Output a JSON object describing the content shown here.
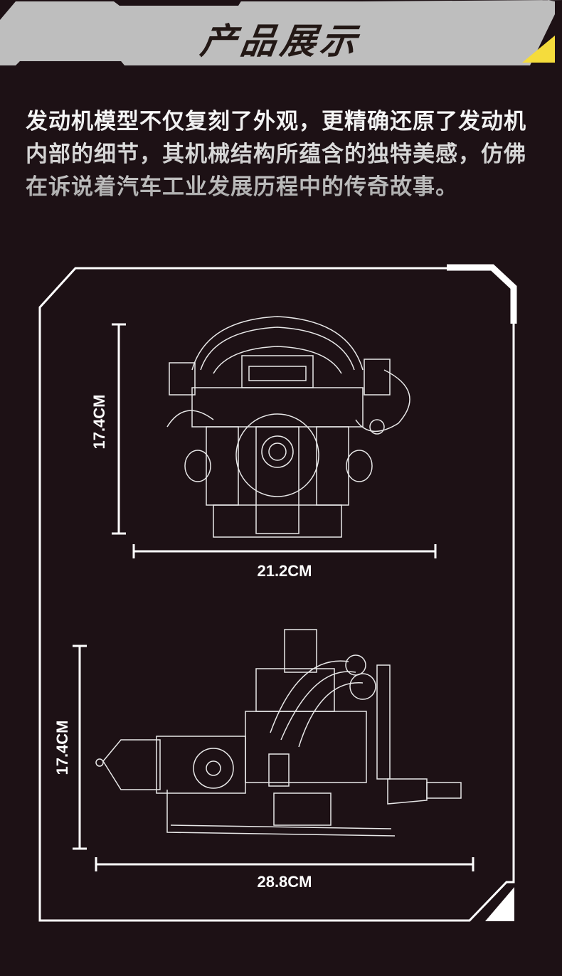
{
  "header": {
    "title": "产品展示",
    "accent_color": "#f5dc3c",
    "band_color": "#bebebe"
  },
  "intro": {
    "text": "发动机模型不仅复刻了外观，更精确还原了发动机内部的细节，其机械结构所蕴含的独特美感，仿佛在诉说着汽车工业发展历程中的传奇故事。"
  },
  "views": [
    {
      "name": "front-view",
      "height_label": "17.4CM",
      "width_label": "21.2CM"
    },
    {
      "name": "side-view",
      "height_label": "17.4CM",
      "width_label": "28.8CM"
    }
  ]
}
